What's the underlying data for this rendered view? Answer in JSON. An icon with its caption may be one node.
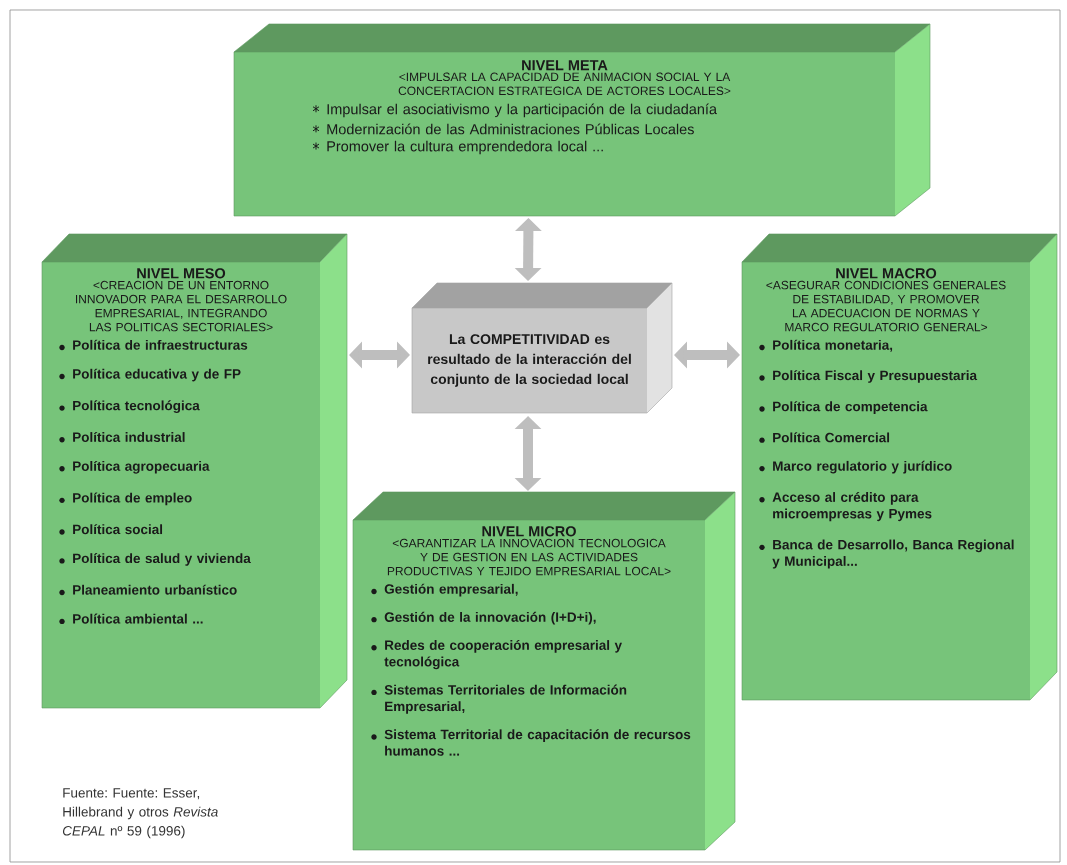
{
  "diagram": {
    "caption": "Fuente: Fuente: Esser, Hillebrand y otros *Revista CEPAL* nº 59 (1996)",
    "nodes": [
      {
        "text": [
          "NIVEL META",
          "<IMPULSAR LA CAPACIDAD DE ANIMACION SOCIAL Y LA CONCERTACION ESTRATEGICA DE ACTORES LOCALES>",
          "Impulsar el asociativismo y la participación de la ciudadanía",
          "Modernización de las Administraciones Públicas Locales",
          "Promover la cultura emprendedora local ..."
        ]
      },
      {
        "text": [
          "NIVEL MESO",
          "<CREACION DE UN ENTORNO INNOVADOR PARA EL DESARROLLO EMPRESARIAL, INTEGRANDO LAS POLITICAS SECTORIALES>",
          "Política de infraestructuras",
          "Política educativa y de FP",
          "Política tecnológica",
          "Política industrial",
          "Política agropecuaria",
          "Política de empleo",
          "Política social",
          "Política de salud y vivienda",
          "Planeamiento urbanístico",
          "Política ambiental ..."
        ]
      },
      {
        "text": [
          "La COMPETITIVIDAD es resultado de la interacción del conjunto de la sociedad local"
        ]
      },
      {
        "text": [
          "NIVEL MACRO",
          "<ASEGURAR CONDICIONES GENERALES DE ESTABILIDAD, Y PROMOVER LA ADECUACION DE NORMAS Y MARCO REGULATORIO GENERAL>",
          "Política monetaria,",
          "Política Fiscal y Presupuestaria",
          "Política de competencia",
          "Política Comercial",
          "Marco regulatorio y jurídico",
          "Acceso al crédito para microempresas y Pymes",
          "Banca de Desarrollo, Banca Regional y Municipal..."
        ]
      },
      {
        "text": [
          "NIVEL MICRO",
          "<GARANTIZAR LA INNOVACION TECNOLOGICA Y DE GESTION EN LAS ACTIVIDADES PRODUCTIVAS Y TEJIDO EMPRESARIAL LOCAL>",
          "Gestión empresarial,",
          "Gestión de la innovación (I+D+i),",
          "Redes de cooperación empresarial y tecnológica",
          "Sistemas Territoriales de Información Empresarial,",
          "Sistema Territorial de capacitación de recursos humanos ..."
        ]
      }
    ],
    "edges": [
      {
        "from": 0,
        "to": 2,
        "arrow": "both"
      },
      {
        "from": 1,
        "to": 2,
        "arrow": "both"
      },
      {
        "from": 2,
        "to": 3,
        "arrow": "both"
      },
      {
        "from": 2,
        "to": 4,
        "arrow": "both"
      }
    ]
  }
}
